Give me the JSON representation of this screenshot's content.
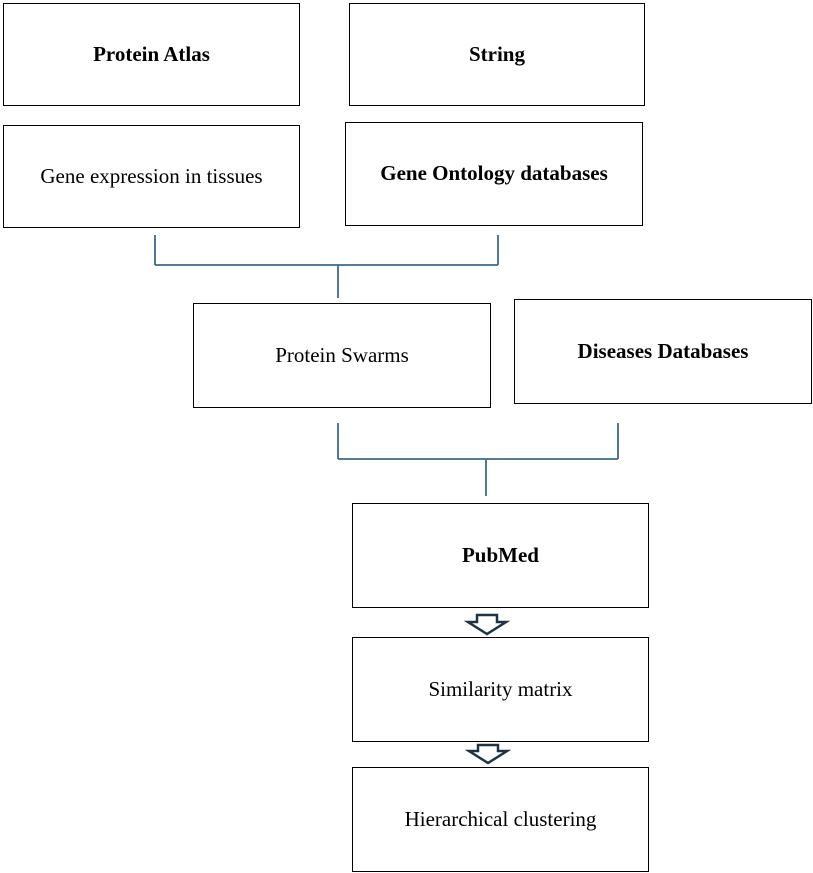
{
  "diagram": {
    "nodes": {
      "protein_atlas": {
        "label": "Protein Atlas"
      },
      "string": {
        "label": "String"
      },
      "gene_expression": {
        "label": "Gene expression in tissues"
      },
      "gene_ontology": {
        "label": "Gene Ontology databases"
      },
      "protein_swarms": {
        "label": "Protein Swarms"
      },
      "diseases_databases": {
        "label": "Diseases Databases"
      },
      "pubmed": {
        "label": "PubMed"
      },
      "similarity_matrix": {
        "label": "Similarity matrix"
      },
      "hierarchical_clustering": {
        "label": "Hierarchical clustering"
      }
    },
    "colors": {
      "connector": "#3d6a88",
      "arrow_outline": "#1f3347",
      "box_border": "#000000"
    },
    "edges": [
      {
        "from": [
          "gene_expression",
          "gene_ontology"
        ],
        "to": "protein_swarms",
        "style": "bracket"
      },
      {
        "from": [
          "protein_swarms",
          "diseases_databases"
        ],
        "to": "pubmed",
        "style": "bracket"
      },
      {
        "from": "pubmed",
        "to": "similarity_matrix",
        "style": "hollow-arrow"
      },
      {
        "from": "similarity_matrix",
        "to": "hierarchical_clustering",
        "style": "hollow-arrow"
      }
    ]
  }
}
